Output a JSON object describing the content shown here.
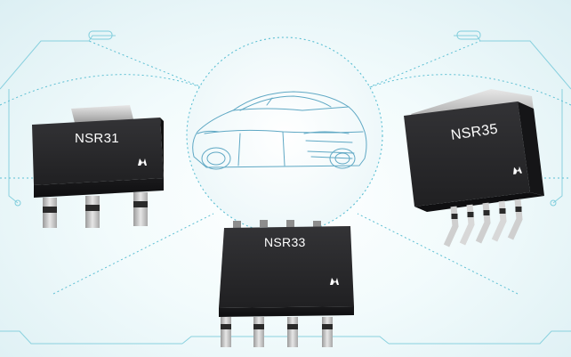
{
  "chips": [
    {
      "id": "nsr31",
      "label": "NSR31"
    },
    {
      "id": "nsr33",
      "label": "NSR33"
    },
    {
      "id": "nsr35",
      "label": "NSR35"
    }
  ],
  "colors": {
    "chip_body": "#2b2b2d",
    "chip_top": "#1f1f21",
    "lead_metal": "#c9c9c9",
    "line_teal": "#62c3d6",
    "car_outline": "#5fa8c4"
  },
  "icons": {
    "logo": "novosense-logo-icon",
    "car": "car-outline-icon"
  }
}
